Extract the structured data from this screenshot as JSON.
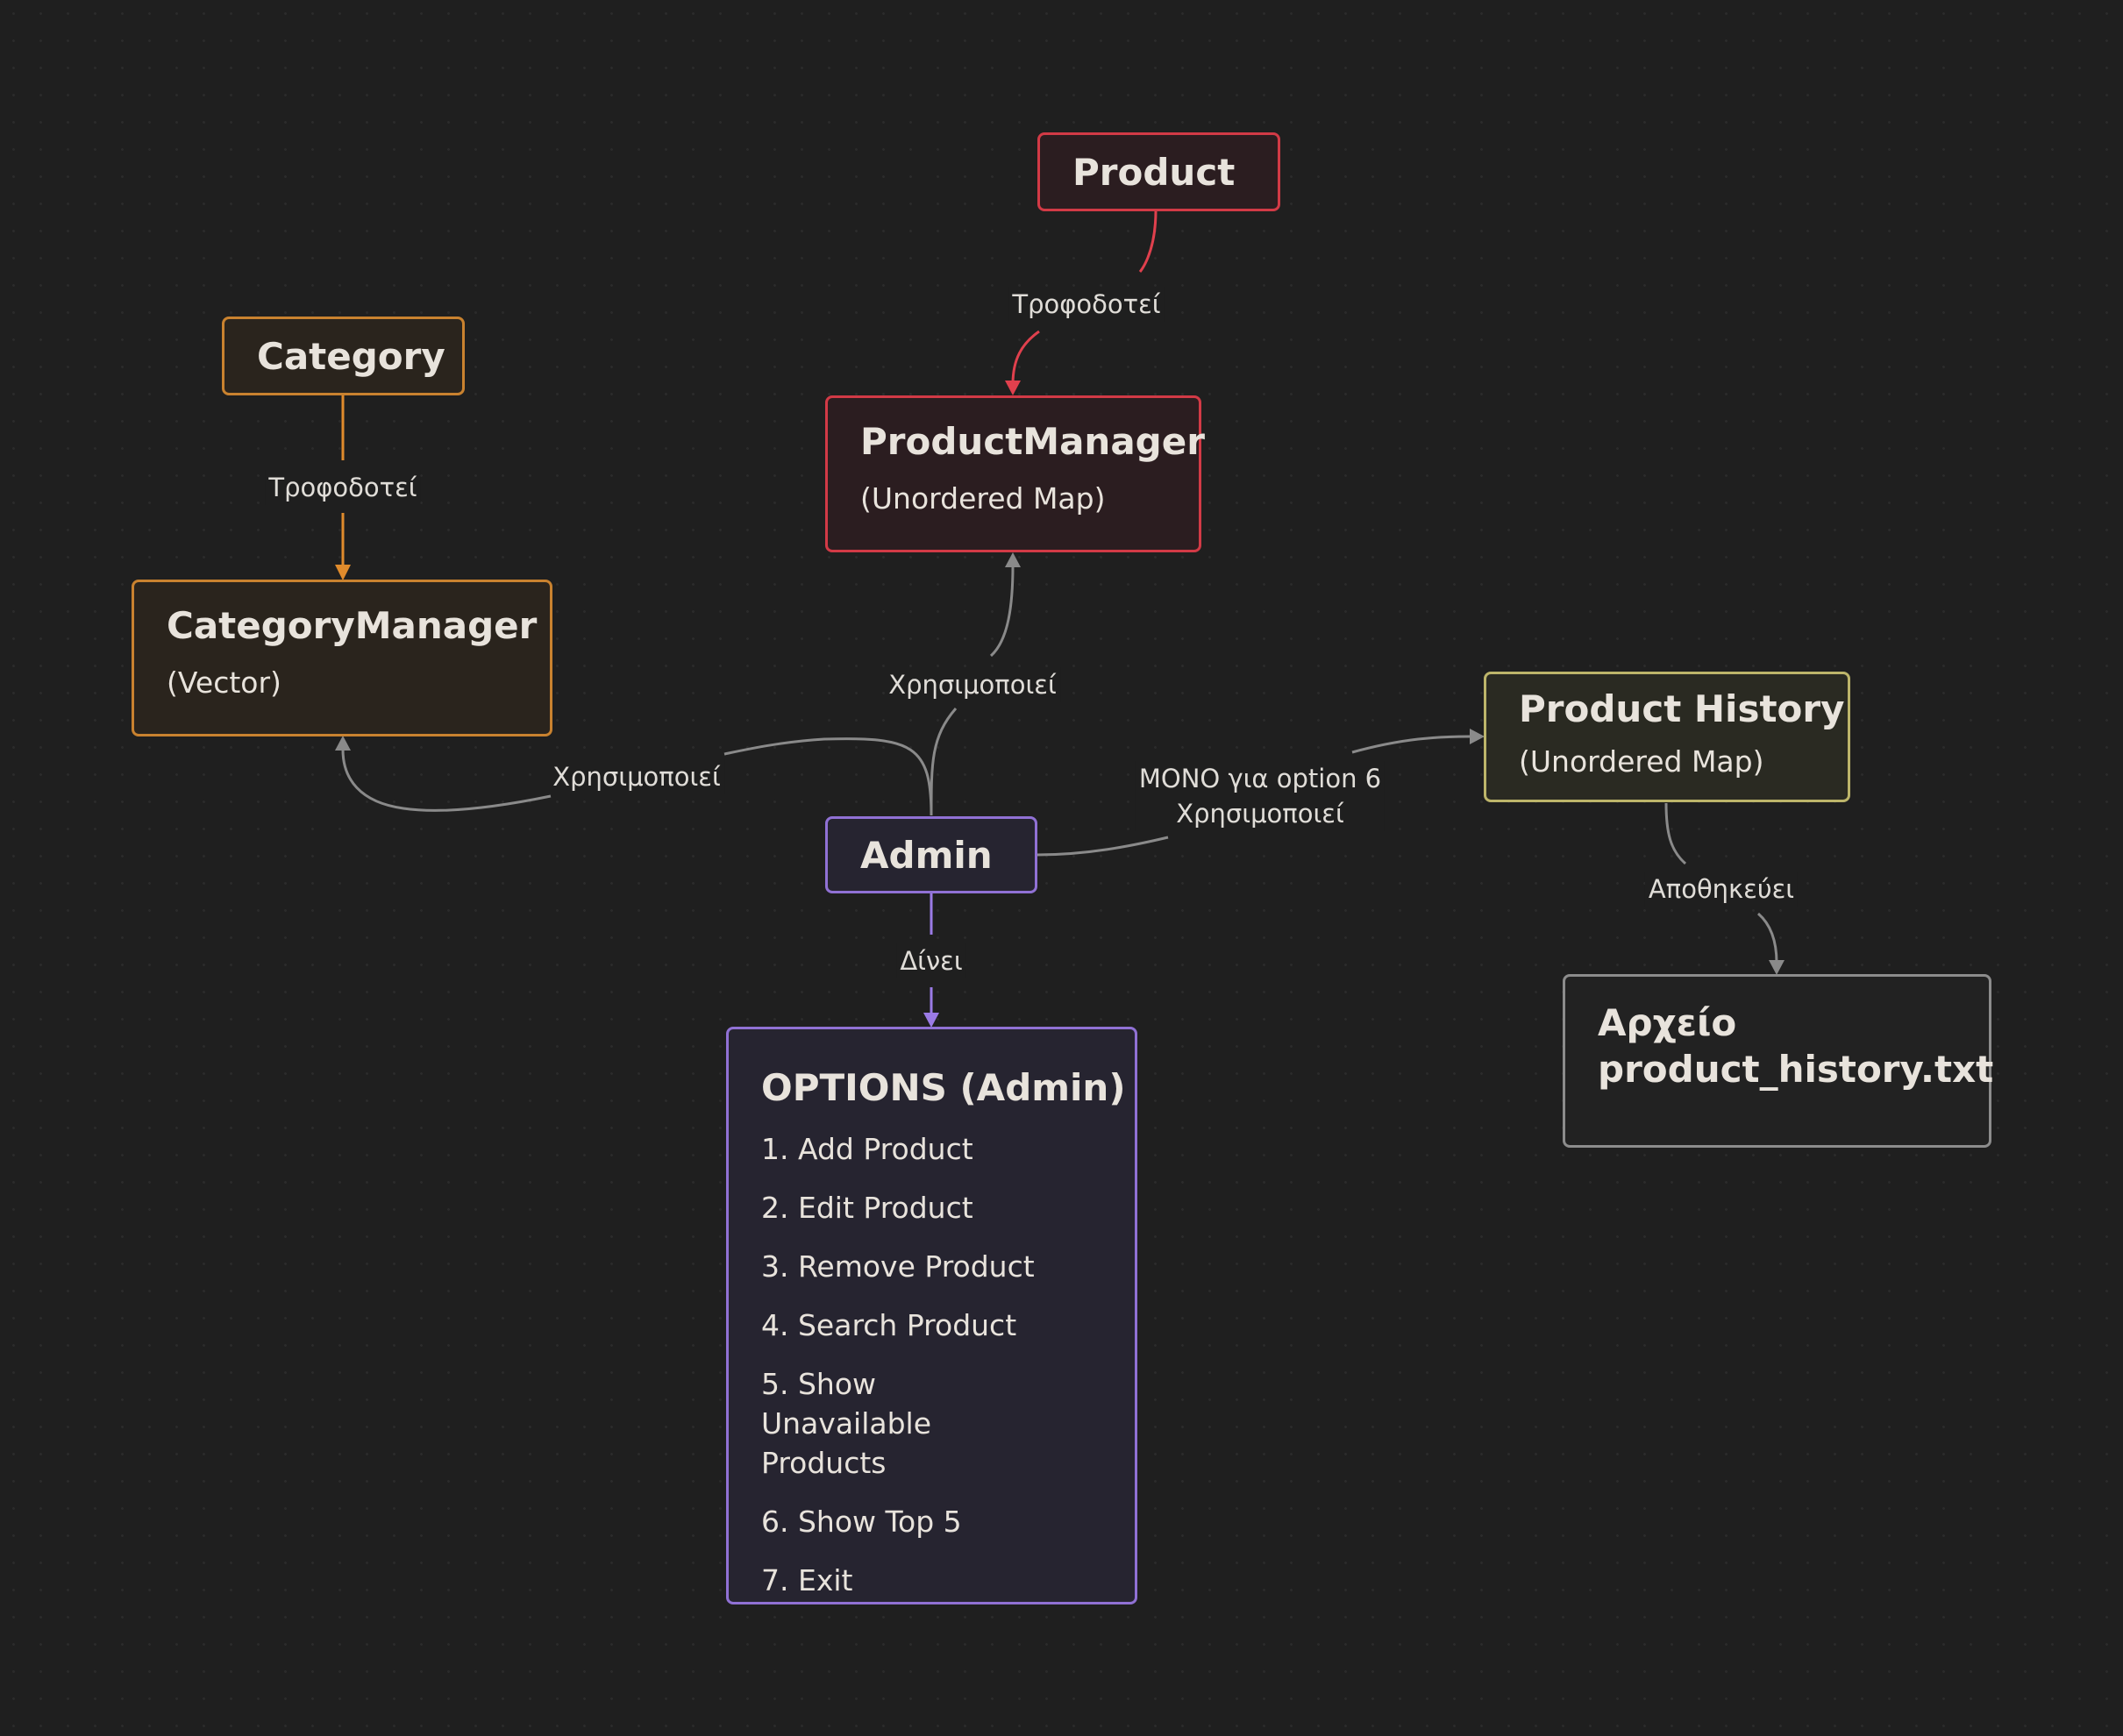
{
  "nodes": {
    "product": {
      "title": "Product",
      "color": "#d23a46",
      "fill": "#2b1d20"
    },
    "product_manager": {
      "title": "ProductManager",
      "subtitle": "(Unordered Map)",
      "color": "#d23a46",
      "fill": "#2b1d20"
    },
    "category": {
      "title": "Category",
      "color": "#c9822f",
      "fill": "#2a241d"
    },
    "category_manager": {
      "title": "CategoryManager",
      "subtitle": "(Vector)",
      "color": "#c9822f",
      "fill": "#2a241d"
    },
    "admin": {
      "title": "Admin",
      "color": "#9071d4",
      "fill": "#262430"
    },
    "options": {
      "title": "OPTIONS (Admin)",
      "items": [
        "1. Add Product",
        "2. Edit Product",
        "3. Remove Product",
        "4. Search Product",
        "5. Show Unavailable Products",
        "6. Show Top 5",
        "7. Exit"
      ],
      "color": "#9071d4",
      "fill": "#262430"
    },
    "product_history": {
      "title": "Product History",
      "subtitle": "(Unordered Map)",
      "color": "#bdb56a",
      "fill": "#2a2a22"
    },
    "history_file": {
      "title": "Αρχείο product_history.txt",
      "color": "#8c8c8c",
      "fill": "#222222"
    }
  },
  "edges": {
    "product_to_manager": {
      "label": "Τροφοδοτεί",
      "color": "#e0404d"
    },
    "category_to_manager": {
      "label": "Τροφοδοτεί",
      "color": "#e08b2c"
    },
    "admin_to_product_manager": {
      "label": "Χρησιμοποιεί",
      "color": "#8a8a8a"
    },
    "admin_to_category_manager": {
      "label": "Χρησιμοποιεί",
      "color": "#8a8a8a"
    },
    "admin_to_history": {
      "label_line1": "MONO για option 6",
      "label_line2": "Χρησιμοποιεί",
      "color": "#8a8a8a"
    },
    "admin_to_options": {
      "label": "Δίνει",
      "color": "#9b7be6"
    },
    "history_to_file": {
      "label": "Αποθηκεύει",
      "color": "#8a8a8a"
    }
  }
}
